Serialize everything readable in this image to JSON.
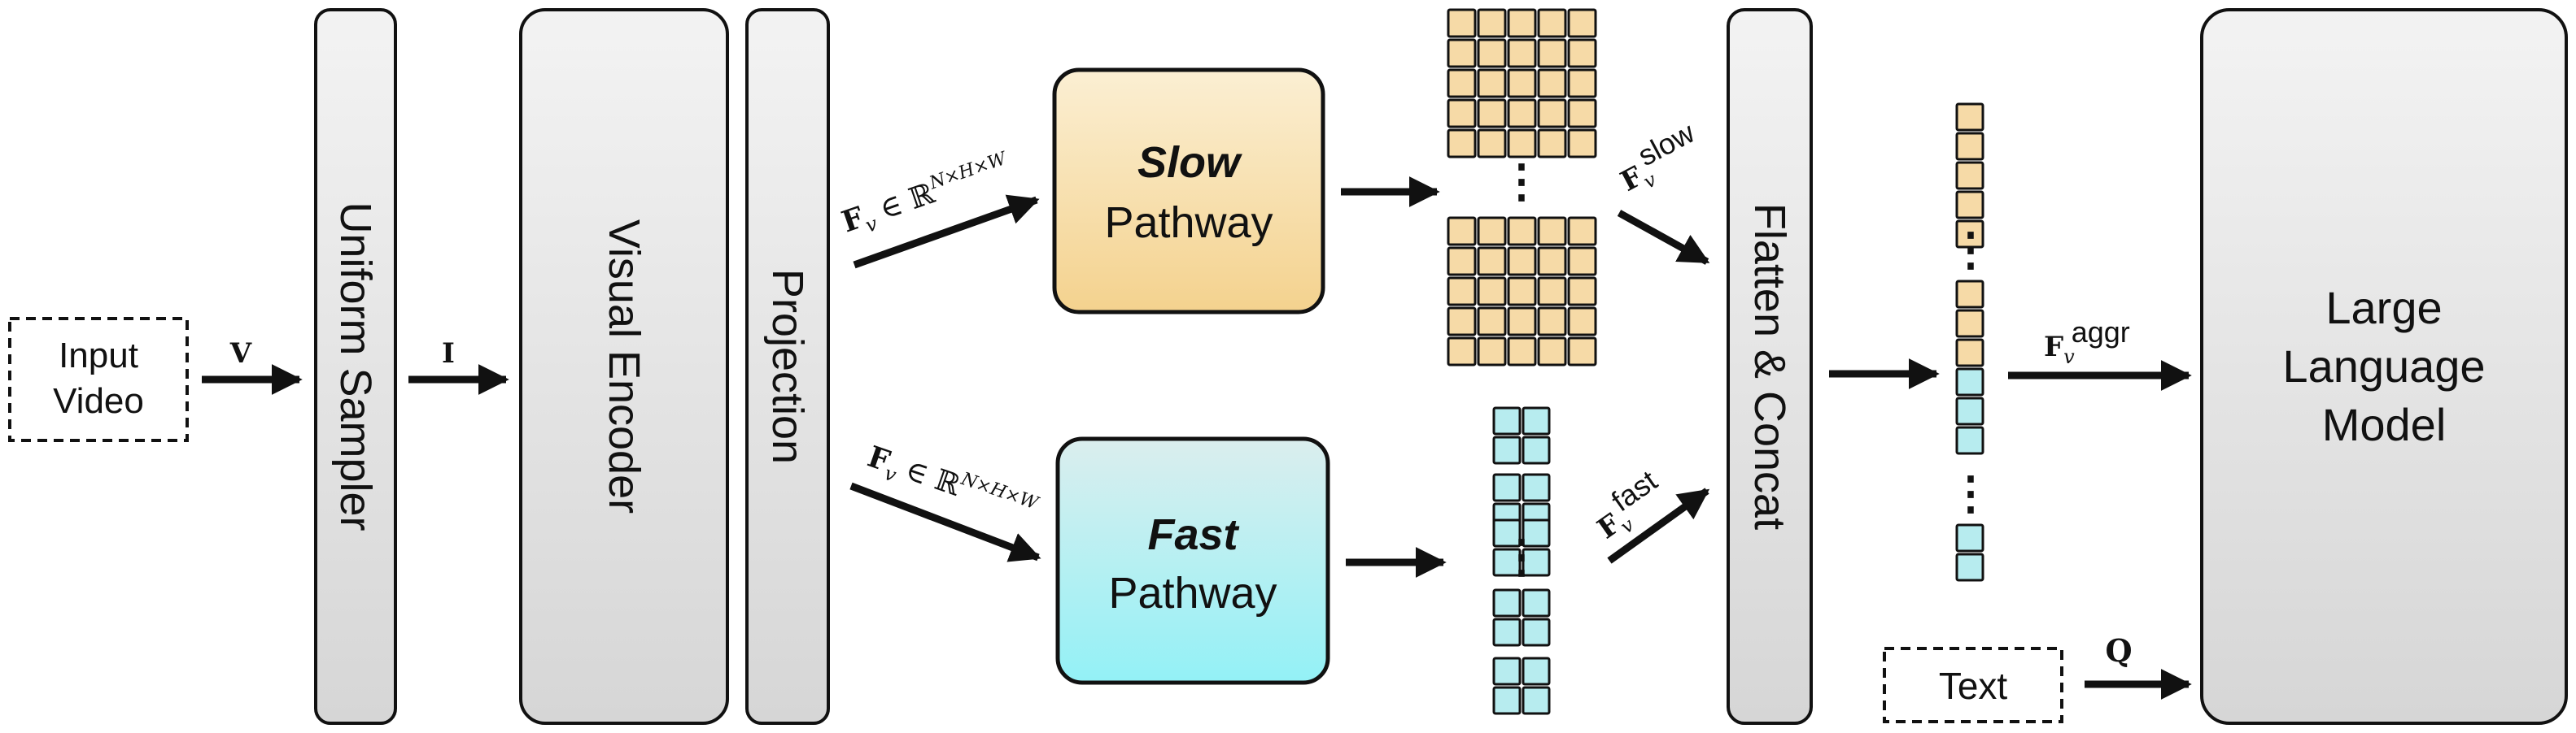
{
  "colors": {
    "block_fill_top": "#f3f3f3",
    "block_fill_bottom": "#d6d6d6",
    "slow_fill_top": "#fbefd3",
    "slow_fill_bottom": "#f4d28e",
    "fast_fill_top": "#dbeeee",
    "fast_fill_bottom": "#93f1f6",
    "slow_token": "#f6daa7",
    "fast_token": "#b7ecef",
    "stroke": "#111111"
  },
  "inputs": {
    "video_line1": "Input",
    "video_line2": "Video",
    "text": "Text"
  },
  "blocks": {
    "sampler": "Uniform Sampler",
    "encoder": "Visual Encoder",
    "projection": "Projection",
    "flatten": "Flatten & Concat",
    "llm_line1": "Large",
    "llm_line2": "Language",
    "llm_line3": "Model"
  },
  "pathways": {
    "slow_name": "Slow",
    "fast_name": "Fast",
    "suffix": "Pathway"
  },
  "symbols": {
    "V": "V",
    "I": "I",
    "Q": "Q",
    "F": "F",
    "sub_v": "v",
    "in_R": "∈ ℝ",
    "dims": "N×H×W",
    "slow_sup": "slow",
    "fast_sup": "fast",
    "aggr_sup": "aggr"
  },
  "ellipsis": "⋮"
}
